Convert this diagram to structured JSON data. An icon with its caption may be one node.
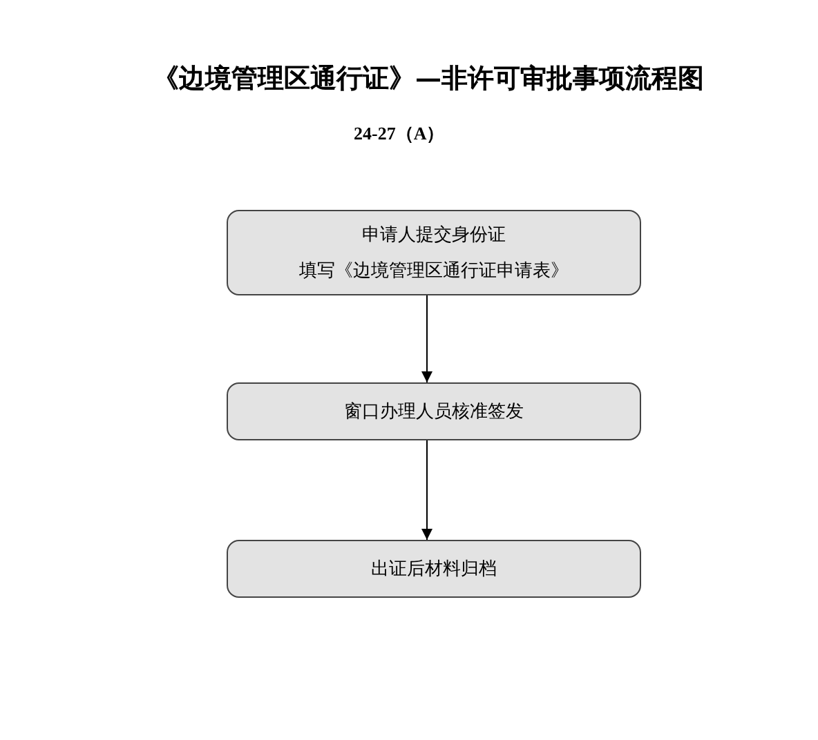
{
  "diagram": {
    "title": "《边境管理区通行证》—非许可审批事项流程图",
    "nodes": [
      {
        "text": [
          "申请人提交身份证",
          "填写《边境管理区通行证申请表》"
        ]
      },
      {
        "text": [
          "窗口办理人员核准签发"
        ]
      },
      {
        "text": [
          "出证后材料归档"
        ]
      }
    ],
    "edges": [
      {
        "from": 0,
        "to": 1,
        "arrow": "to"
      },
      {
        "from": 1,
        "to": 2,
        "arrow": "to"
      }
    ],
    "labels": [
      "24-27（A）"
    ]
  }
}
